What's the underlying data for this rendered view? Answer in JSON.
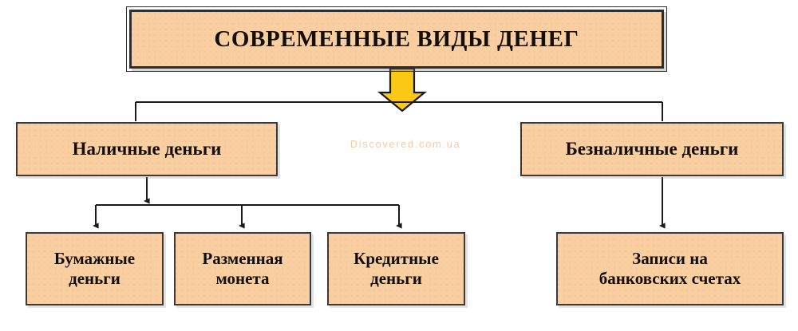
{
  "diagram": {
    "title": "СОВРЕМЕННЫЕ ВИДЫ ДЕНЕГ",
    "watermark": "Discovered.com.ua",
    "colors": {
      "node_fill": "#f9cfa1",
      "node_border": "#3b3b3b",
      "connector": "#1a1a1a",
      "big_arrow_fill": "#fbc815",
      "big_arrow_stroke": "#1a1a1a",
      "watermark_text": "#f3cba4",
      "page_background": "#ffffff"
    },
    "levels": [
      {
        "level": 1,
        "nodes": [
          {
            "id": "modern-money",
            "label": "СОВРЕМЕННЫЕ ВИДЫ ДЕНЕГ"
          }
        ]
      },
      {
        "level": 2,
        "nodes": [
          {
            "id": "cash",
            "label": "Наличные деньги"
          },
          {
            "id": "non-cash",
            "label": "Безналичные деньги"
          }
        ]
      },
      {
        "level": 3,
        "nodes": [
          {
            "id": "paper-money",
            "label": "Бумажные\nденьги"
          },
          {
            "id": "small-coin",
            "label": "Разменная\nмонета"
          },
          {
            "id": "credit-money",
            "label": "Кредитные\nденьги"
          },
          {
            "id": "bank-account-records",
            "label": "Записи на\nбанковских счетах"
          }
        ]
      }
    ],
    "edges": [
      {
        "from": "modern-money",
        "to": "cash",
        "style": "elbow"
      },
      {
        "from": "modern-money",
        "to": "non-cash",
        "style": "elbow"
      },
      {
        "from": "cash",
        "to": "paper-money",
        "style": "elbow-arrow"
      },
      {
        "from": "cash",
        "to": "small-coin",
        "style": "elbow-arrow"
      },
      {
        "from": "cash",
        "to": "credit-money",
        "style": "elbow-arrow"
      },
      {
        "from": "non-cash",
        "to": "bank-account-records",
        "style": "straight-arrow"
      }
    ]
  }
}
